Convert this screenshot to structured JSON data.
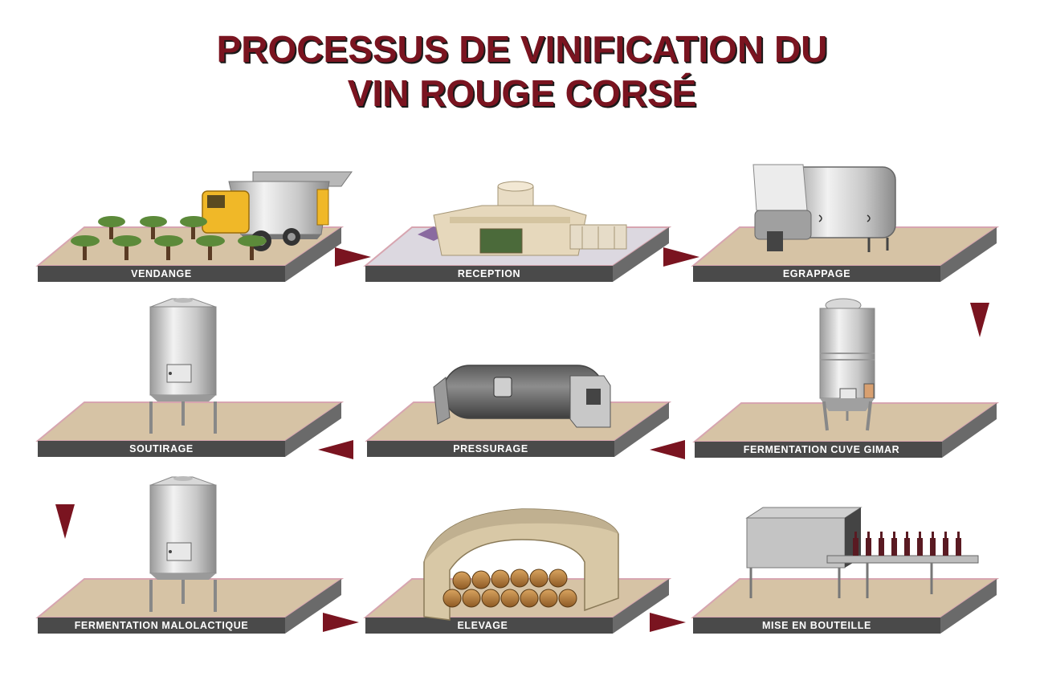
{
  "title": {
    "line1": "PROCESSUS DE VINIFICATION DU",
    "line2": "VIN ROUGE CORSÉ"
  },
  "stages": [
    {
      "label": "VENDANGE",
      "icon": "grape-harvester-icon"
    },
    {
      "label": "RECEPTION",
      "icon": "cellar-building-icon"
    },
    {
      "label": "EGRAPPAGE",
      "icon": "destemmer-machine-icon"
    },
    {
      "label": "SOUTIRAGE",
      "icon": "steel-tank-icon"
    },
    {
      "label": "PRESSURAGE",
      "icon": "wine-press-icon"
    },
    {
      "label": "FERMENTATION CUVE GIMAR",
      "icon": "gimar-tank-icon"
    },
    {
      "label": "FERMENTATION MALOLACTIQUE",
      "icon": "steel-tank-icon"
    },
    {
      "label": "ELEVAGE",
      "icon": "barrel-cellar-icon"
    },
    {
      "label": "MISE EN BOUTEILLE",
      "icon": "bottling-line-icon"
    }
  ],
  "colors": {
    "title": "#7a1420",
    "arrow": "#7a1420",
    "platform_top": "#d6c3a5",
    "platform_side": "#4a4a4a",
    "platform_edge": "#d7a5b0",
    "label_text": "#ffffff"
  }
}
